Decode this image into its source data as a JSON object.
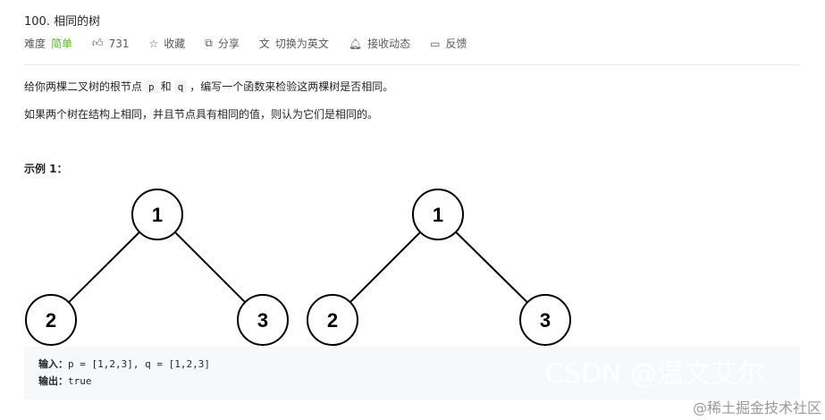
{
  "title": "100. 相同的树",
  "toolbar": {
    "difficulty_label": "难度",
    "difficulty": "简单",
    "difficulty_color": "#5ab726",
    "likes": "731",
    "favorite": "收藏",
    "share": "分享",
    "switch_lang": "切换为英文",
    "subscribe": "接收动态",
    "feedback": "反馈"
  },
  "description": {
    "p1_a": "给你两棵二叉树的根节点",
    "p1_p": "p",
    "p1_and": "和",
    "p1_q": "q",
    "p1_b": "，编写一个函数来检验这两棵树是否相同。",
    "p2": "如果两个树在结构上相同，并且节点具有相同的值，则认为它们是相同的。"
  },
  "example": {
    "label": "示例 1：",
    "trees": [
      {
        "root": "1",
        "left": "2",
        "right": "3"
      },
      {
        "root": "1",
        "left": "2",
        "right": "3"
      }
    ],
    "input_label": "输入：",
    "input": "p = [1,2,3], q = [1,2,3]",
    "output_label": "输出：",
    "output": "true"
  },
  "watermarks": {
    "csdn": "CSDN @温文艾尔",
    "juejin": "@稀土掘金技术社区"
  }
}
